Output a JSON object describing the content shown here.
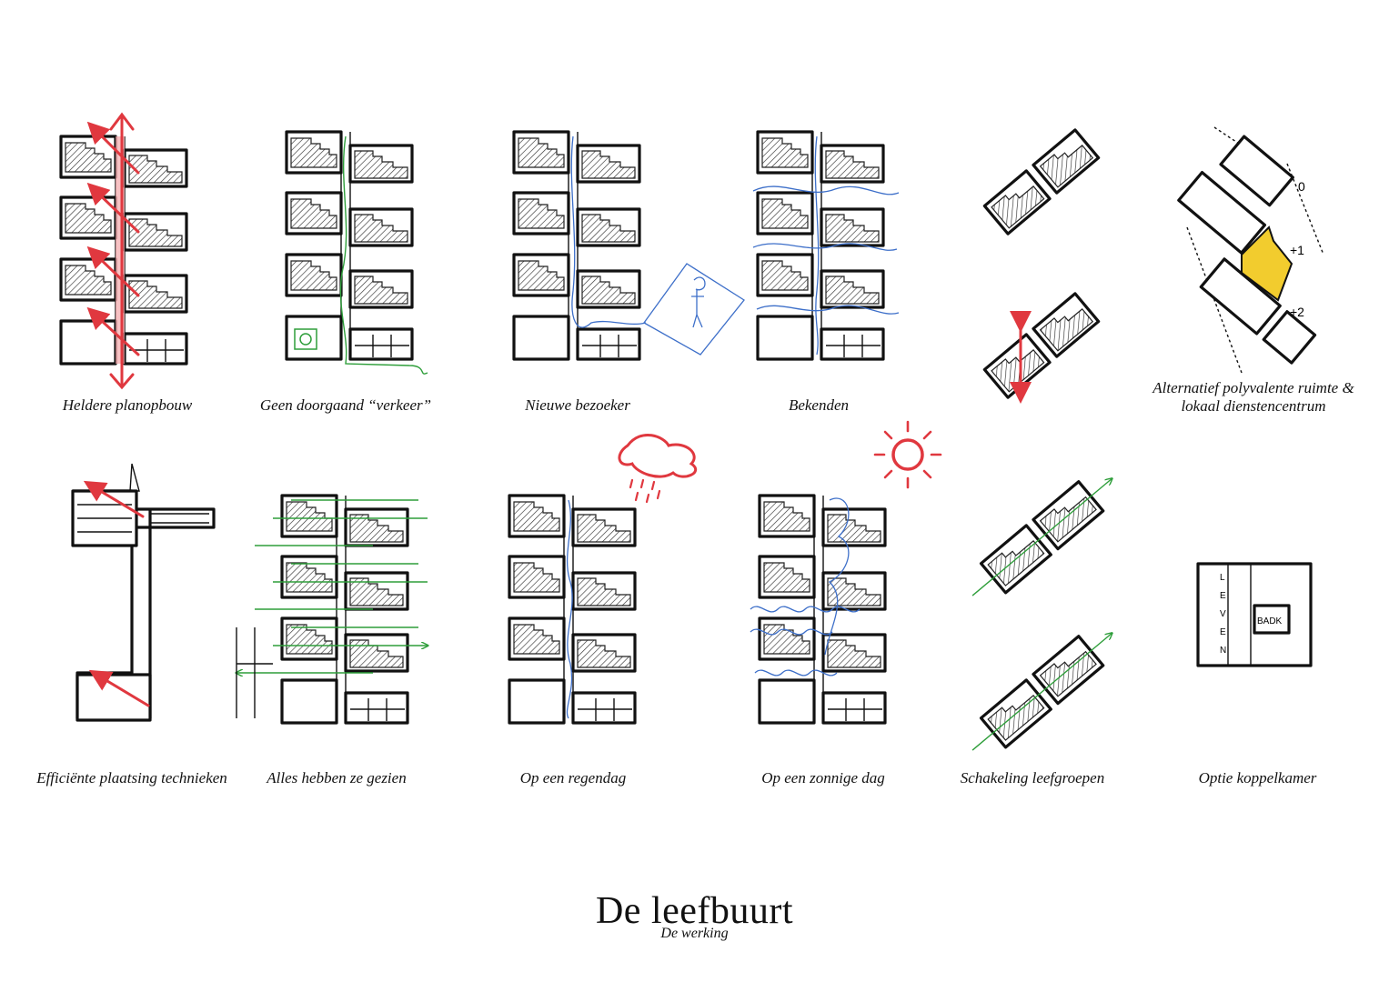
{
  "title": "De leefbuurt",
  "subtitle": "De werking",
  "captions_top": [
    "Heldere planopbouw",
    "Geen doorgaand “verkeer”",
    "Nieuwe bezoeker",
    "Bekenden",
    "Alternatief polyvalente ruimte & lokaal dienstencentrum"
  ],
  "captions_bottom": [
    "Efficiënte plaatsing technieken",
    "Alles hebben ze gezien",
    "Op een regendag",
    "Op een zonnige dag",
    "Schakeling leefgroepen",
    "Optie koppelkamer"
  ],
  "sketch_labels": {
    "level_0": "0",
    "level_1": "+1",
    "level_2": "+2",
    "badk": "BADK",
    "leven": [
      "L",
      "E",
      "V",
      "E",
      "N"
    ]
  },
  "colors": {
    "circulation": "#e0383f",
    "views": "#2e9e3a",
    "movement": "#3d6fc9",
    "highlight": "#f2cc2e"
  }
}
